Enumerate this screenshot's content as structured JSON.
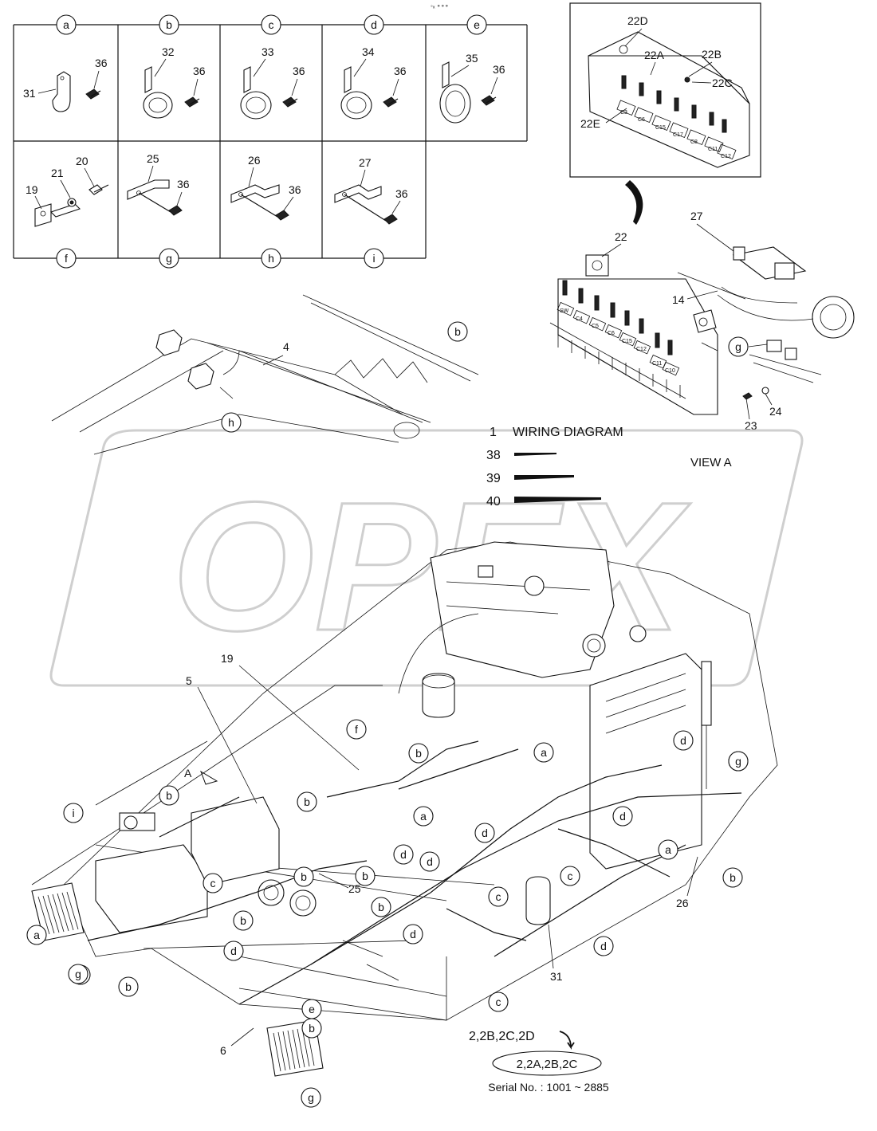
{
  "top_mark": "◦ₓ ∘∘∘",
  "clamp_table": {
    "top_row": [
      {
        "letter": "a",
        "parts": [
          "31",
          "36"
        ]
      },
      {
        "letter": "b",
        "parts": [
          "32",
          "36"
        ]
      },
      {
        "letter": "c",
        "parts": [
          "33",
          "36"
        ]
      },
      {
        "letter": "d",
        "parts": [
          "34",
          "36"
        ]
      },
      {
        "letter": "e",
        "parts": [
          "35",
          "36"
        ]
      }
    ],
    "bottom_row": [
      {
        "letter": "f",
        "parts": [
          "19",
          "21",
          "20"
        ]
      },
      {
        "letter": "g",
        "parts": [
          "25",
          "36"
        ]
      },
      {
        "letter": "h",
        "parts": [
          "26",
          "36"
        ]
      },
      {
        "letter": "i",
        "parts": [
          "27",
          "36"
        ]
      }
    ]
  },
  "fuse_box_inset": {
    "labels": [
      "22D",
      "22A",
      "22B",
      "22C",
      "22E"
    ],
    "slots": [
      "C3",
      "C6",
      "C15",
      "C17",
      "C8",
      "C11",
      "C12"
    ]
  },
  "view_a": {
    "title": "VIEW  A",
    "labels": [
      "22",
      "27",
      "14",
      "23",
      "24"
    ],
    "callout": "g",
    "slots": [
      "SW",
      "C4",
      "C5",
      "C6",
      "C15",
      "C12",
      "C11",
      "C10"
    ]
  },
  "legend": {
    "wiring_diagram": {
      "num": "1",
      "label": "WIRING DIAGRAM"
    },
    "ties": [
      "38",
      "39",
      "40"
    ]
  },
  "watermark": "OPEX",
  "main_labels": [
    "4",
    "19",
    "5",
    "25",
    "26",
    "31",
    "6",
    "A"
  ],
  "main_callouts": [
    "b",
    "h",
    "f",
    "b",
    "a",
    "d",
    "g",
    "i",
    "b",
    "b",
    "c",
    "a",
    "d",
    "d",
    "d",
    "c",
    "d",
    "c",
    "b",
    "a",
    "d",
    "b",
    "b",
    "a",
    "c",
    "c",
    "e",
    "d",
    "g",
    "b",
    "b",
    "d",
    "b",
    "b",
    "g",
    "g"
  ],
  "serial": {
    "new_parts": "2,2B,2C,2D",
    "old_parts": "2,2A,2B,2C",
    "serial_text": "Serial No. : 1001 ~ 2885"
  }
}
